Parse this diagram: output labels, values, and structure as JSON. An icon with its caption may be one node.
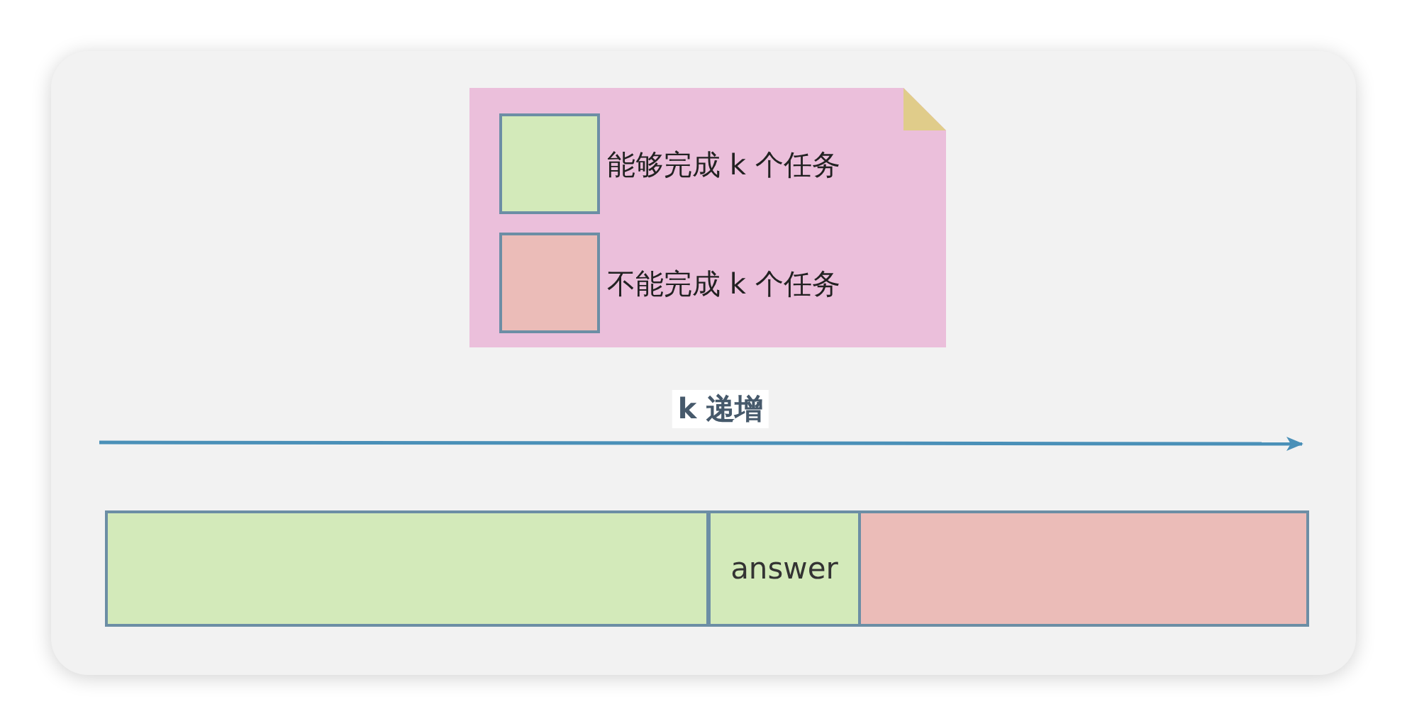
{
  "diagram": {
    "nodes": [
      {
        "text": [],
        "shape": "box"
      },
      {
        "text": [
          "answer"
        ]
      },
      {
        "text": [],
        "shape": "box"
      }
    ],
    "labels": [
      "k 递增"
    ],
    "legend": [
      {
        "text": "能够完成 k 个任务",
        "color": "#d3eaba"
      },
      {
        "text": "不能完成 k 个任务",
        "color": "#ebbcb8"
      }
    ]
  }
}
